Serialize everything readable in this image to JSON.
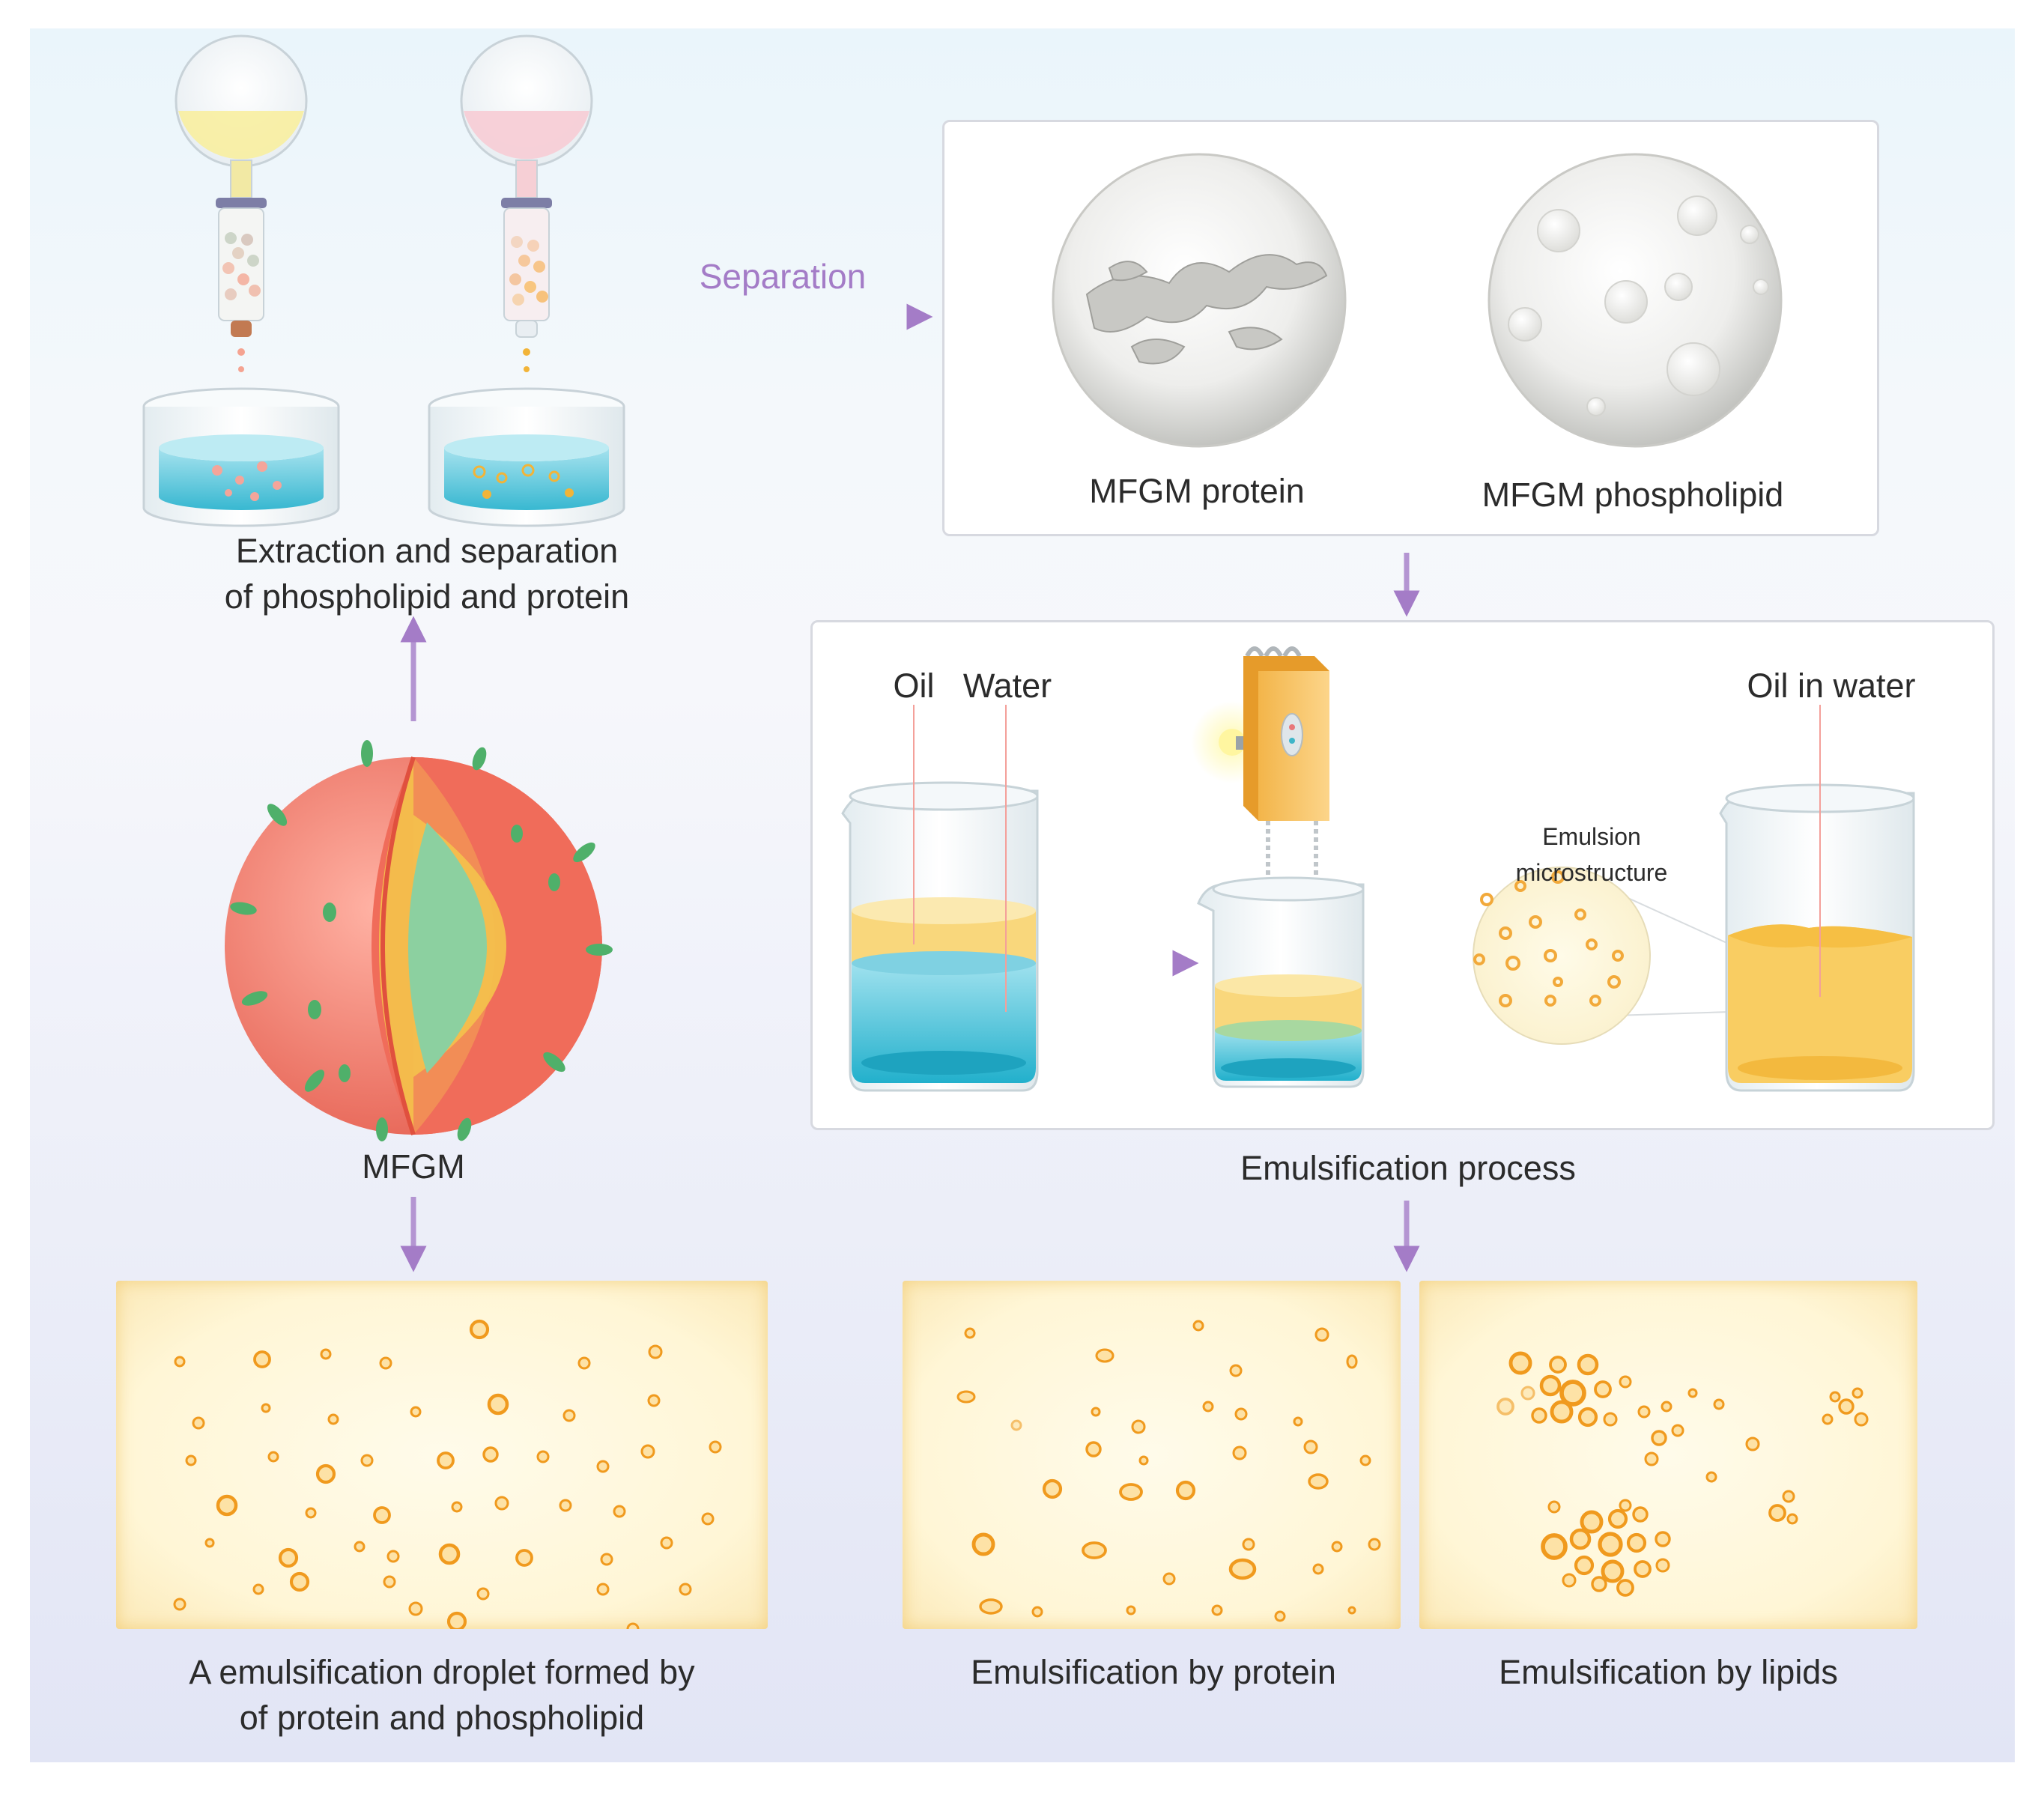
{
  "labels": {
    "separation": "Separation",
    "mfgm_protein": "MFGM protein",
    "mfgm_phospholipid": "MFGM phospholipid",
    "extraction_line1": "Extraction and separation",
    "extraction_line2": "of phospholipid and protein",
    "oil": "Oil",
    "water": "Water",
    "oil_in_water": "Oil in water",
    "emulsion_micro_line1": "Emulsion",
    "emulsion_micro_line2": "microstructure",
    "mfgm": "MFGM",
    "emulsification_process": "Emulsification process",
    "droplet_line1": "A emulsification droplet formed by",
    "droplet_line2": "of protein and phospholipid",
    "by_protein": "Emulsification by protein",
    "by_lipids": "Emulsification by lipids"
  },
  "colors": {
    "arrow": "#a47cc7",
    "separation_text": "#a47cc7",
    "droplet": "#f09a1e",
    "sphere_red": "#f07c6c",
    "sphere_yellow": "#f6be4c",
    "sphere_green": "#8dcf9a",
    "water_blue": "#2fb8d4",
    "oil_yellow": "#f7cf68"
  }
}
